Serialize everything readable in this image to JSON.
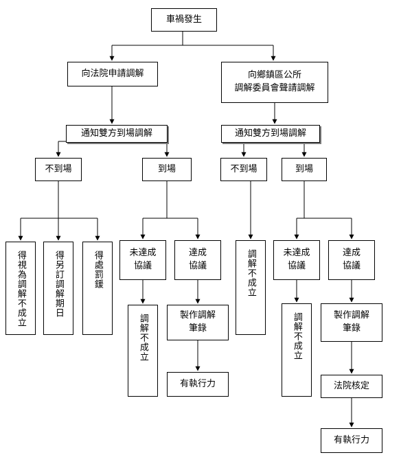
{
  "diagram": {
    "root": "車禍發生",
    "court_path": {
      "title": "向法院申請調解",
      "notice": "通知雙方到場調解",
      "absent": {
        "label": "不到場",
        "outcomes": [
          "得視為調解不成立",
          "得另訂調解期日",
          "得處罰鍰"
        ]
      },
      "present": {
        "label": "到場",
        "fail": {
          "label": "未達成\n協議",
          "result": "調解不成立"
        },
        "success": {
          "label": "達成\n協議",
          "record": "製作調解\n筆錄",
          "final": "有執行力"
        }
      }
    },
    "township_path": {
      "title": "向鄉鎮區公所\n調解委員會聲請調解",
      "notice": "通知雙方到場調解",
      "absent": {
        "label": "不到場",
        "result": "調解不成立"
      },
      "present": {
        "label": "到場",
        "fail": {
          "label": "未達成\n協議",
          "result": "調解不成立"
        },
        "success": {
          "label": "達成\n協議",
          "record": "製作調解\n筆錄",
          "approval": "法院核定",
          "final": "有執行力"
        }
      }
    }
  }
}
